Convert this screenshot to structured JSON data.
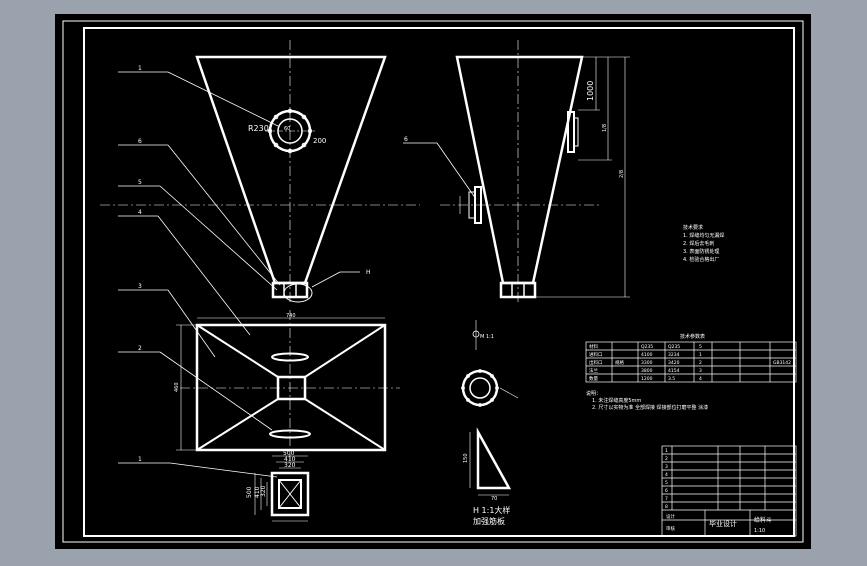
{
  "colors": {
    "background": "#9aa3ad",
    "sheet": "#000000",
    "line": "#ffffff"
  },
  "callouts": {
    "c1": "1",
    "c6": "6",
    "c5": "5",
    "c4": "4",
    "c3": "3",
    "c2": "2",
    "c1b": "1",
    "cH": "H",
    "c6r": "6"
  },
  "dims": {
    "r230": "R230",
    "d60": "60",
    "d200": "200",
    "v1000": "1000",
    "v1b": "1/8",
    "v230": "2/8",
    "top_width": "740",
    "left_height": "460",
    "sq_500": "500",
    "sq_410": "410",
    "sq_320": "320",
    "sq_h500": "500",
    "sq_h410": "410",
    "sq_h320": "320",
    "sec_label": "M 1:1",
    "t_b": "70",
    "t_h": "150"
  },
  "views": {
    "view_h": "H 1:1大样",
    "view_h_sub": "加强筋板"
  },
  "tech_req": {
    "title": "技术要求",
    "lines": [
      "1. 焊缝均匀无漏焊",
      "2. 焊后去毛刺",
      "3. 表面防锈处理",
      "4. 检验合格出厂"
    ]
  },
  "param_table": {
    "title": "技术参数表",
    "rows": [
      [
        "进料口",
        "",
        "4100",
        "3234",
        "1"
      ],
      [
        "出料口",
        "规格",
        "3300",
        "3420",
        "2"
      ],
      [
        "法兰",
        "",
        "3800",
        "4154",
        "3"
      ],
      [
        "数量",
        "",
        "1200",
        "3.5",
        "4"
      ],
      [
        "材料",
        "",
        "Q235",
        "Q235",
        "5"
      ]
    ],
    "std": "GB3142"
  },
  "notes": {
    "label": "说明：",
    "lines": [
      "1. 未注焊缝高度5mm",
      "2. 尺寸以实物为准 全部焊接 焊接部位打磨平整 涂漆"
    ]
  },
  "title_block": {
    "project": "毕业设计",
    "drawing": "给料斗",
    "scale": "1:10",
    "designer": "设计",
    "check": "审核",
    "rows": [
      "1",
      "2",
      "3",
      "4",
      "5",
      "6",
      "7",
      "8"
    ]
  }
}
